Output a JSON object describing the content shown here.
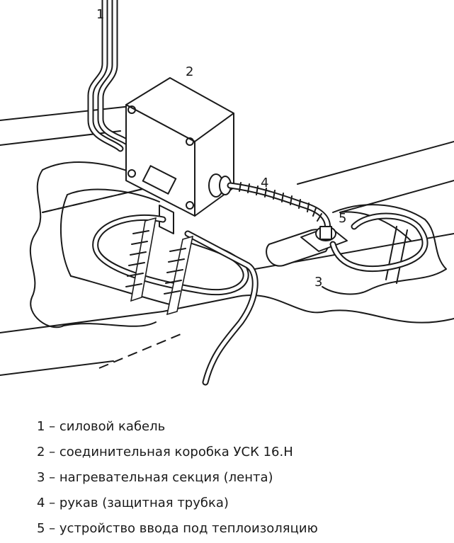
{
  "callouts": [
    {
      "number": "1"
    },
    {
      "number": "2"
    },
    {
      "number": "3"
    },
    {
      "number": "4"
    },
    {
      "number": "5"
    }
  ],
  "legend": [
    "1 – силовой кабель",
    "2 – соединительная коробка УСК 16.Н",
    "3 – нагревательная секция (лента)",
    "4 – рукав (защитная трубка)",
    "5 – устройство ввода под теплоизоляцию"
  ]
}
